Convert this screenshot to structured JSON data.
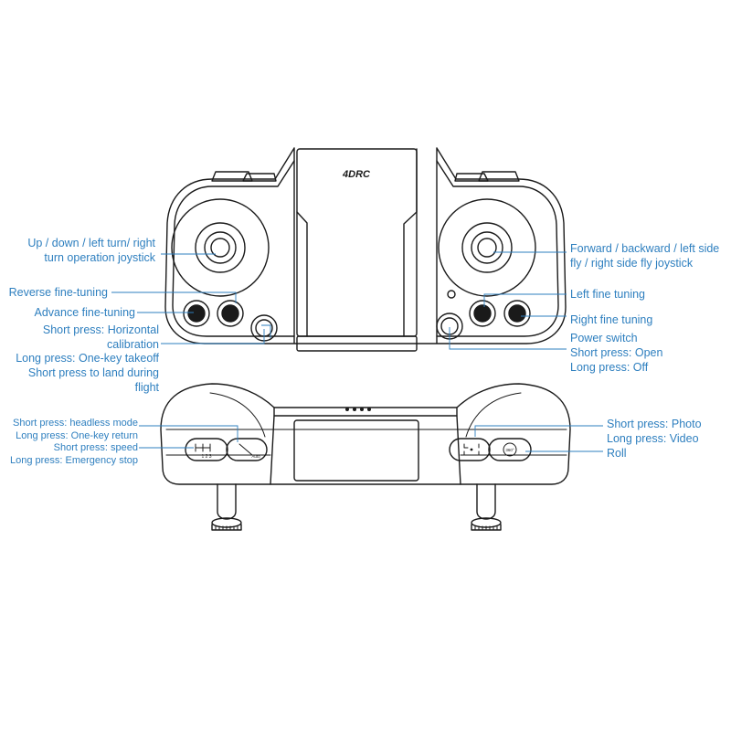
{
  "brand": "4DRC",
  "colors": {
    "label": "#2e7fbf",
    "line": "#2e7fbf",
    "outline": "#1a1a1a"
  },
  "top_view": {
    "left_joystick": [
      "Up / down / left turn/ right",
      "turn operation joystick"
    ],
    "reverse_fine_tuning": "Reverse fine-tuning",
    "advance_fine_tuning": "Advance fine-tuning",
    "horizontal_calibration": [
      "Short press: Horizontal",
      "calibration"
    ],
    "takeoff_land": [
      "Long press: One-key takeoff",
      "Short press to land during",
      "flight"
    ],
    "right_joystick": [
      "Forward / backward / left side",
      "fly / right side fly joystick"
    ],
    "left_fine_tuning": "Left fine tuning",
    "right_fine_tuning": "Right fine tuning",
    "power_switch": [
      "Power switch",
      "Short press: Open",
      "Long press: Off"
    ]
  },
  "front_view": {
    "headless_return": [
      "Short press: headless mode",
      "Long press: One-key return"
    ],
    "speed_emergency": [
      "Short press: speed",
      "Long press: Emergency stop"
    ],
    "photo_video": [
      "Short press: Photo",
      "Long press: Video"
    ],
    "roll": "Roll",
    "speed_digits": "1 2 3",
    "return_button_text": "Auto",
    "roll_button_text": "360°"
  }
}
